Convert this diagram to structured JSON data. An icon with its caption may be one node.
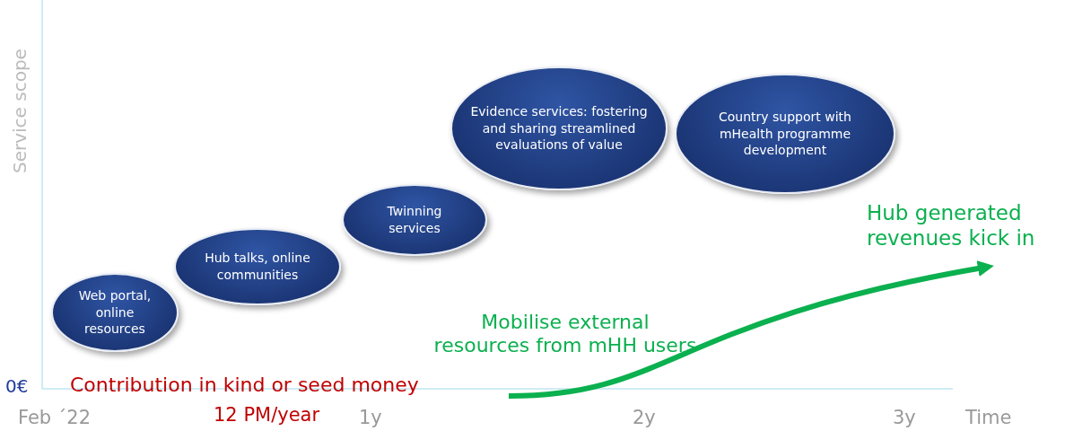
{
  "diagram": {
    "nodes": [
      {
        "text": [
          "Web portal, online resources"
        ]
      },
      {
        "text": [
          "Hub talks, online communities"
        ]
      },
      {
        "text": [
          "Twinning services"
        ]
      },
      {
        "text": [
          "Evidence services: fostering and sharing streamlined evaluations of value"
        ]
      },
      {
        "text": [
          "Country support with mHealth programme development"
        ]
      },
      {
        "text": [
          "Hub generated revenues kick in"
        ]
      }
    ],
    "edges": [
      {
        "from": null,
        "to": 5,
        "arrow": "to"
      }
    ],
    "labels": [
      "Service scope",
      "0€",
      "Contribution in kind or seed money",
      "Mobilise external resources from mHH users",
      "Feb ´22",
      "12 PM/year",
      "1y",
      "2y",
      "3y",
      "Time"
    ]
  }
}
